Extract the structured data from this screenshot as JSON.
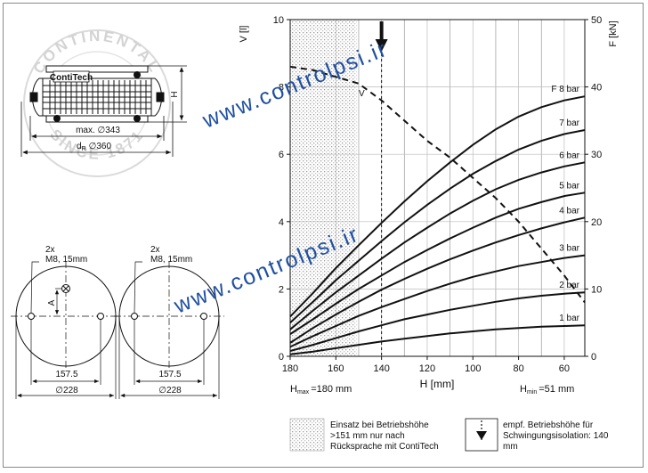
{
  "colors": {
    "ink": "#111111",
    "watermark": "#1f4fa0",
    "stamp": "#d2d2d2",
    "hatch": "#bdbdbd"
  },
  "spring_side_view": {
    "brand": "ContiTech",
    "dim_max_label": "max. ∅343",
    "dim_dr_label": "d",
    "dim_dr_sub": "R",
    "dim_dr_value": "∅360",
    "height_label": "H"
  },
  "stamp_text": {
    "top": "CONTINENTAL",
    "bottom": "SINCE 1871"
  },
  "plate_left": {
    "count_label": "2x",
    "thread_label": "M8, 15mm",
    "offset_label": "A",
    "bolt_spacing": "157.5",
    "diameter": "∅228"
  },
  "plate_right": {
    "count_label": "2x",
    "thread_label": "M8, 15mm",
    "bolt_spacing": "157.5",
    "diameter": "∅228"
  },
  "chart": {
    "y_left_label": "V [l]",
    "y_right_label": "F [kN]",
    "x_label": "H [mm]",
    "x_min_label": "H",
    "x_min_sub": "max",
    "x_min_value": "=180 mm",
    "x_max_label": "H",
    "x_max_sub": "min",
    "x_max_value": "=51 mm",
    "volume_curve_label": "V",
    "recommended_height_mm": 140
  },
  "chart_data": {
    "type": "line",
    "x": [
      180,
      170,
      160,
      150,
      140,
      130,
      120,
      110,
      100,
      90,
      80,
      70,
      60,
      51
    ],
    "xlim": [
      180,
      51
    ],
    "x_ticks": [
      180,
      160,
      140,
      120,
      100,
      80,
      60
    ],
    "y_left_ticks": [
      0,
      2,
      4,
      6,
      8,
      10
    ],
    "y_right_ticks": [
      0,
      10,
      20,
      30,
      40,
      50
    ],
    "ylim_left": [
      0,
      10
    ],
    "ylim_right": [
      0,
      50
    ],
    "hatched_range_mm": [
      180,
      151
    ],
    "series": [
      {
        "name": "1 bar",
        "values": [
          0.3,
          0.7,
          1.2,
          1.7,
          2.2,
          2.6,
          3.0,
          3.4,
          3.7,
          4.0,
          4.2,
          4.4,
          4.5,
          4.6
        ]
      },
      {
        "name": "2 bar",
        "values": [
          0.8,
          1.7,
          2.7,
          3.7,
          4.6,
          5.5,
          6.2,
          6.9,
          7.5,
          8.1,
          8.6,
          9.0,
          9.3,
          9.5
        ]
      },
      {
        "name": "3 bar",
        "values": [
          1.4,
          3.0,
          4.5,
          6.0,
          7.3,
          8.5,
          9.7,
          10.8,
          11.8,
          12.6,
          13.4,
          14.0,
          14.6,
          15.0
        ]
      },
      {
        "name": "4 bar",
        "values": [
          2.0,
          4.2,
          6.2,
          8.1,
          9.9,
          11.5,
          13.0,
          14.4,
          15.7,
          16.9,
          18.0,
          19.0,
          19.9,
          20.6
        ]
      },
      {
        "name": "5 bar",
        "values": [
          3.3,
          5.5,
          7.8,
          10.0,
          12.0,
          14.0,
          15.8,
          17.5,
          19.1,
          20.6,
          21.9,
          22.9,
          23.8,
          24.3
        ]
      },
      {
        "name": "6 bar",
        "values": [
          4.0,
          6.8,
          9.5,
          12.0,
          14.5,
          16.9,
          19.1,
          21.2,
          23.1,
          24.8,
          26.2,
          27.3,
          28.2,
          28.8
        ]
      },
      {
        "name": "7 bar",
        "values": [
          5.0,
          8.1,
          11.3,
          14.2,
          17.1,
          19.9,
          22.5,
          24.9,
          27.1,
          29.0,
          30.7,
          32.0,
          33.0,
          33.6
        ]
      },
      {
        "name": "F 8 bar",
        "values": [
          5.9,
          9.4,
          13.1,
          16.5,
          19.8,
          23.0,
          26.0,
          28.8,
          31.4,
          33.7,
          35.6,
          37.0,
          38.0,
          38.6
        ]
      }
    ],
    "volume_curve": {
      "name": "V",
      "values": [
        8.6,
        8.5,
        8.3,
        8.1,
        7.6,
        7.0,
        6.4,
        5.9,
        5.3,
        4.7,
        4.0,
        3.2,
        2.4,
        1.6
      ]
    }
  },
  "legend": {
    "hatch_text_1": "Einsatz bei Betriebshöhe",
    "hatch_text_2": ">151 mm nur nach",
    "hatch_text_3": "Rücksprache mit ContiTech",
    "arrow_text_1": "empf. Betriebshöhe für",
    "arrow_text_2": "Schwingungsisolation: 140",
    "arrow_text_3": "mm"
  },
  "watermarks": [
    "www.controlpsi.ir",
    "www.controlpsi.ir"
  ]
}
